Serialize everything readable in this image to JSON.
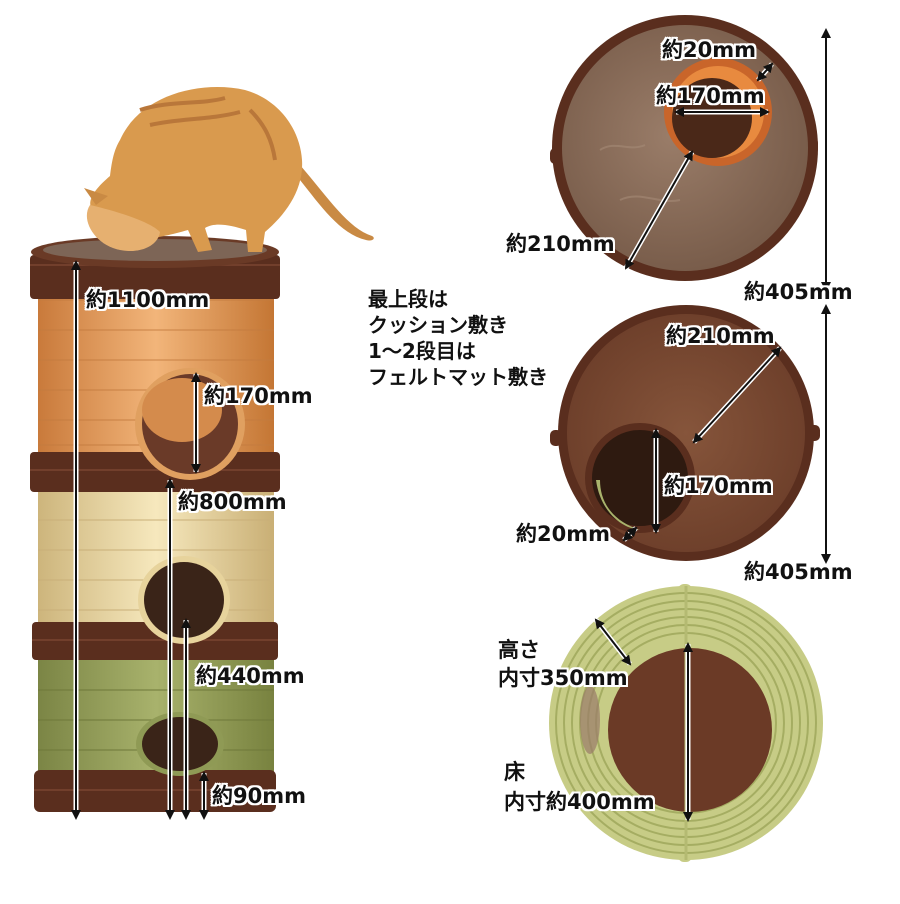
{
  "labels": {
    "tower_height": "約1100mm",
    "tower_hole": "約170mm",
    "tower_mid": "約800mm",
    "tower_low": "約440mm",
    "tower_base": "約90mm",
    "top_rim": "約20mm",
    "top_hole": "約170mm",
    "top_radius": "約210mm",
    "top_diameter": "約405mm",
    "mid_radius": "約210mm",
    "mid_hole": "約170mm",
    "mid_rim": "約20mm",
    "mid_diameter": "約405mm",
    "bowl_height_1": "高さ",
    "bowl_height_2": "内寸350mm",
    "bowl_floor_1": "床",
    "bowl_floor_2": "内寸約400mm"
  },
  "note": {
    "line1": "最上段は",
    "line2": "クッション敷き",
    "line3": "1〜2段目は",
    "line4": "フェルトマット敷き"
  },
  "colors": {
    "brown": "#5a2e1e",
    "orange": "#e9a261",
    "cream": "#eedca9",
    "green": "#99a361",
    "cushion": "#8a6d5a",
    "felt": "#7b4a33",
    "cat": "#d99a4e"
  }
}
